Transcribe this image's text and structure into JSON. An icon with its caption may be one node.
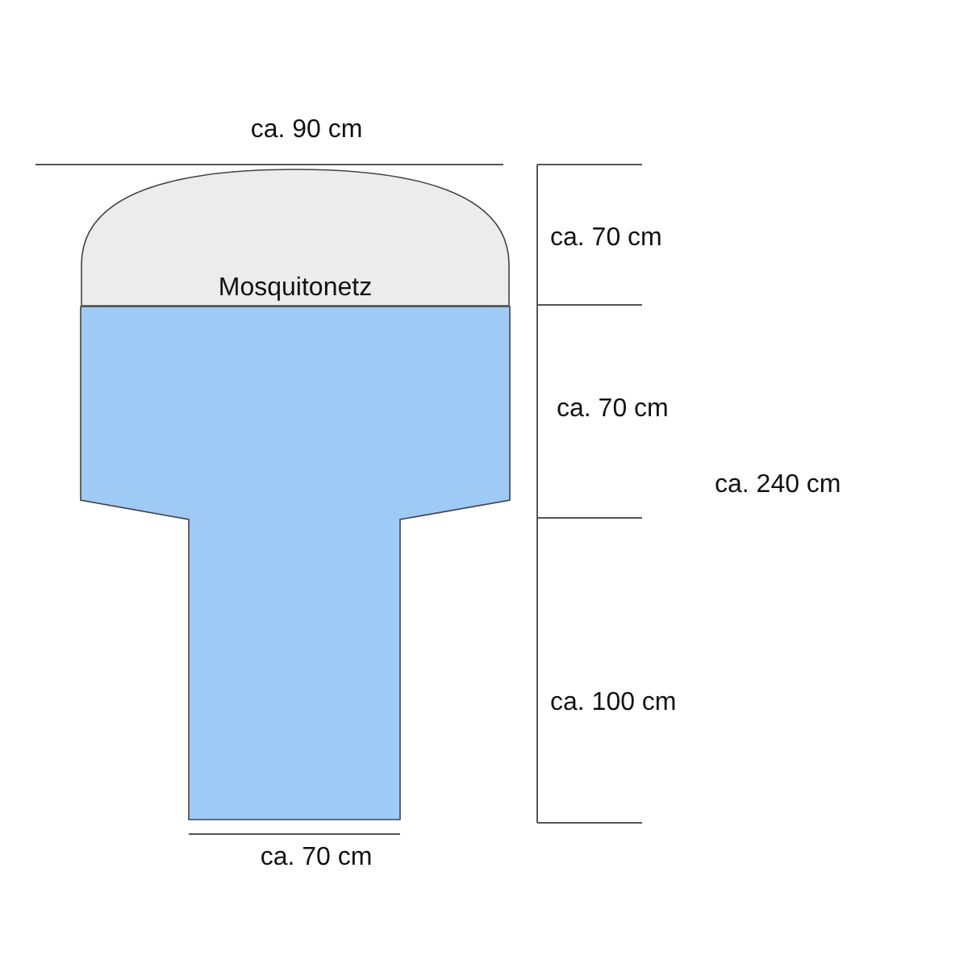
{
  "diagram": {
    "nodes": [
      {
        "text": [
          "Mosquitonetz"
        ]
      },
      {
        "text": [],
        "shape": "box"
      }
    ],
    "labels": [
      "ca. 90 cm",
      "ca. 70 cm",
      "ca. 70 cm",
      "ca. 240 cm",
      "ca. 100 cm",
      "ca. 70 cm"
    ]
  }
}
